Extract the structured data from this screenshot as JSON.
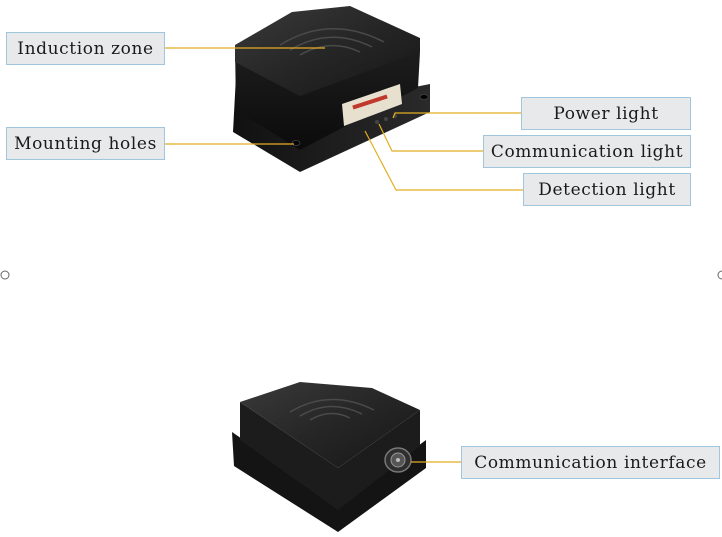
{
  "labels": {
    "induction_zone": "Induction zone",
    "mounting_holes": "Mounting holes",
    "power_light": "Power light",
    "communication_light": "Communication light",
    "detection_light": "Detection light",
    "communication_interface": "Communication interface"
  },
  "colors": {
    "label_background": "#e7e9ea",
    "label_border": "#9fc6dc",
    "leader_line": "#e4ad23",
    "device_body": "#1b1b1b"
  }
}
